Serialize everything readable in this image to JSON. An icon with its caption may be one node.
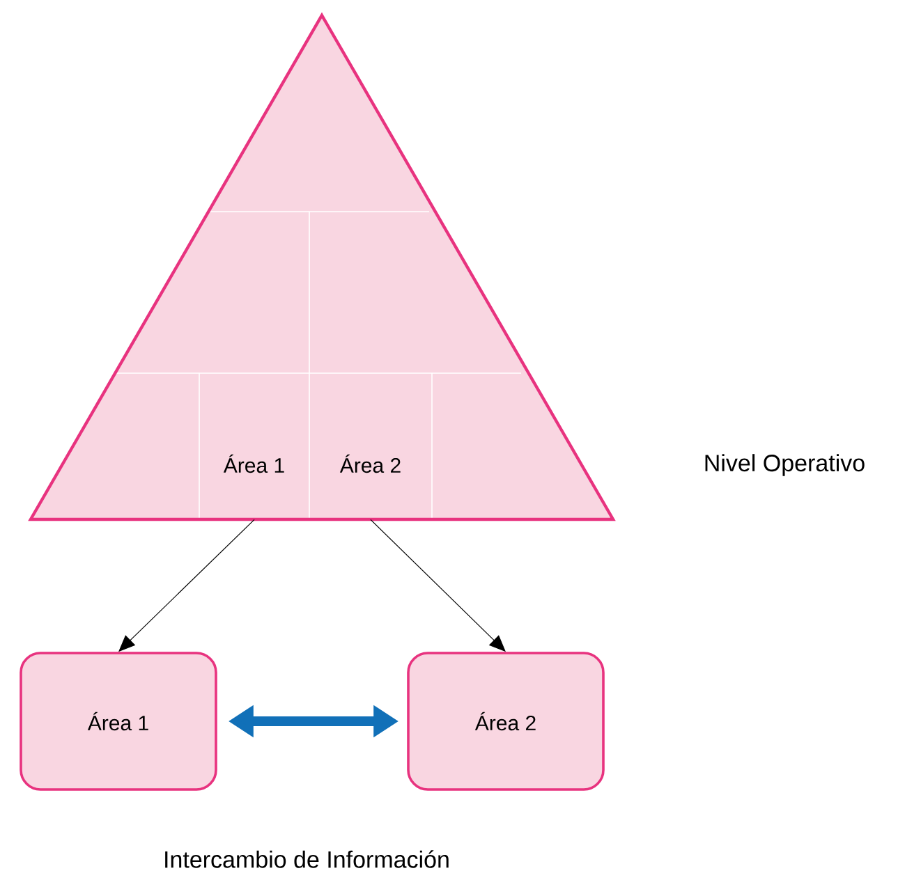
{
  "diagram": {
    "nodes": [
      {
        "text": [],
        "shape": "triangle"
      },
      {
        "text": [
          "Área 1"
        ],
        "in": 0
      },
      {
        "text": [
          "Área 2"
        ],
        "in": 0
      },
      {
        "text": [
          "Área 1"
        ]
      },
      {
        "text": [
          "Área 2"
        ]
      }
    ],
    "edges": [
      {
        "from": 1,
        "to": 3,
        "arrow": "to"
      },
      {
        "from": 2,
        "to": 4,
        "arrow": "to"
      },
      {
        "from": 3,
        "to": 4,
        "arrow": "both",
        "style": "thick",
        "color": "#1170b8"
      }
    ],
    "labels": [
      "Nivel Operativo",
      "Intercambio de Información"
    ]
  }
}
